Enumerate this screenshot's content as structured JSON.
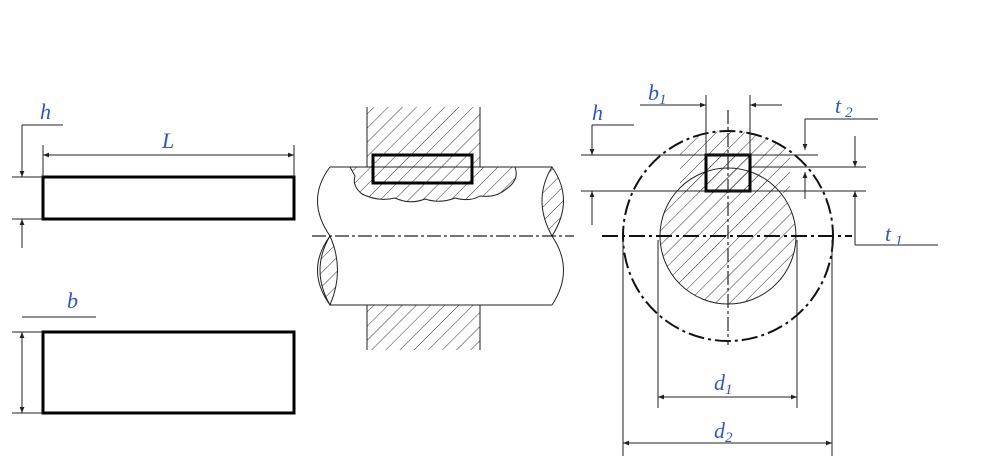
{
  "labels": {
    "h_top": "h",
    "L": "L",
    "b": "b",
    "b1_main": "b",
    "b1_sub": "1",
    "h_right": "h",
    "t2_main": "t",
    "t2_sub": "2",
    "t1_main": "t",
    "t1_sub": "1",
    "d1_main": "d",
    "d1_sub": "1",
    "d2_main": "d",
    "d2_sub": "2"
  },
  "colors": {
    "label": "#2f55d4",
    "line": "#000000"
  }
}
